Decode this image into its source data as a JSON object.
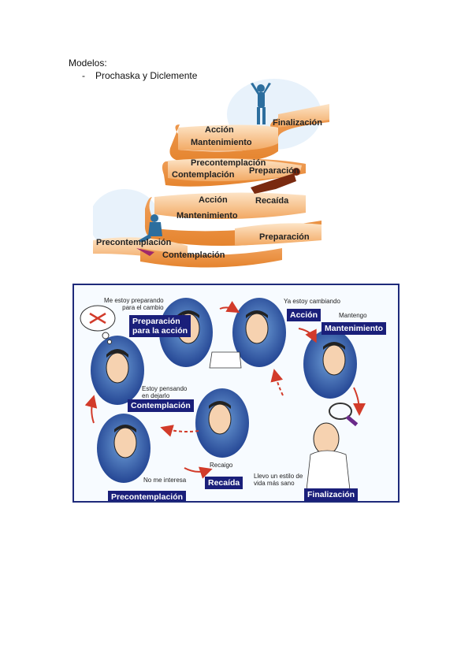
{
  "document": {
    "heading": "Modelos:",
    "bullet_marker": "-",
    "bullet_text": "Prochaska y Diclemente"
  },
  "spiral_figure": {
    "labels": {
      "finalizacion": "Finalización",
      "accion_top": "Acción",
      "mantenimiento_top": "Mantenimiento",
      "precontemplacion_mid": "Precontemplación",
      "contemplacion_mid": "Contemplación",
      "preparacion_mid": "Preparación",
      "recaida": "Recaída",
      "accion_low": "Acción",
      "mantenimiento_low": "Mantenimiento",
      "preparacion_low": "Preparación",
      "precontemplacion_low": "Precontemplación",
      "contemplacion_low": "Contemplación"
    },
    "colors": {
      "band": "#f6c08a",
      "band_edge": "#e08a3a",
      "figure": "#2c6e9e"
    }
  },
  "cycle_figure": {
    "stages": {
      "preparacion": "Preparación\npara la acción",
      "accion": "Acción",
      "mantenimiento": "Mantenimiento",
      "contemplacion": "Contemplación",
      "recaida": "Recaída",
      "finalizacion": "Finalización",
      "precontemplacion": "Precontemplación"
    },
    "captions": {
      "preparando": "Me estoy preparando\npara el cambio",
      "cambiando": "Ya estoy cambiando",
      "mantengo": "Mantengo",
      "pensando": "Estoy pensando\nen dejarlo",
      "recaigo": "Recaigo",
      "estilo": "Llevo un estilo de\nvida más sano",
      "no_interesa": "No me interesa"
    },
    "colors": {
      "label_bg": "#1a1f7a",
      "circle": "#1e3e8e",
      "arrow": "#d23b2a"
    }
  }
}
